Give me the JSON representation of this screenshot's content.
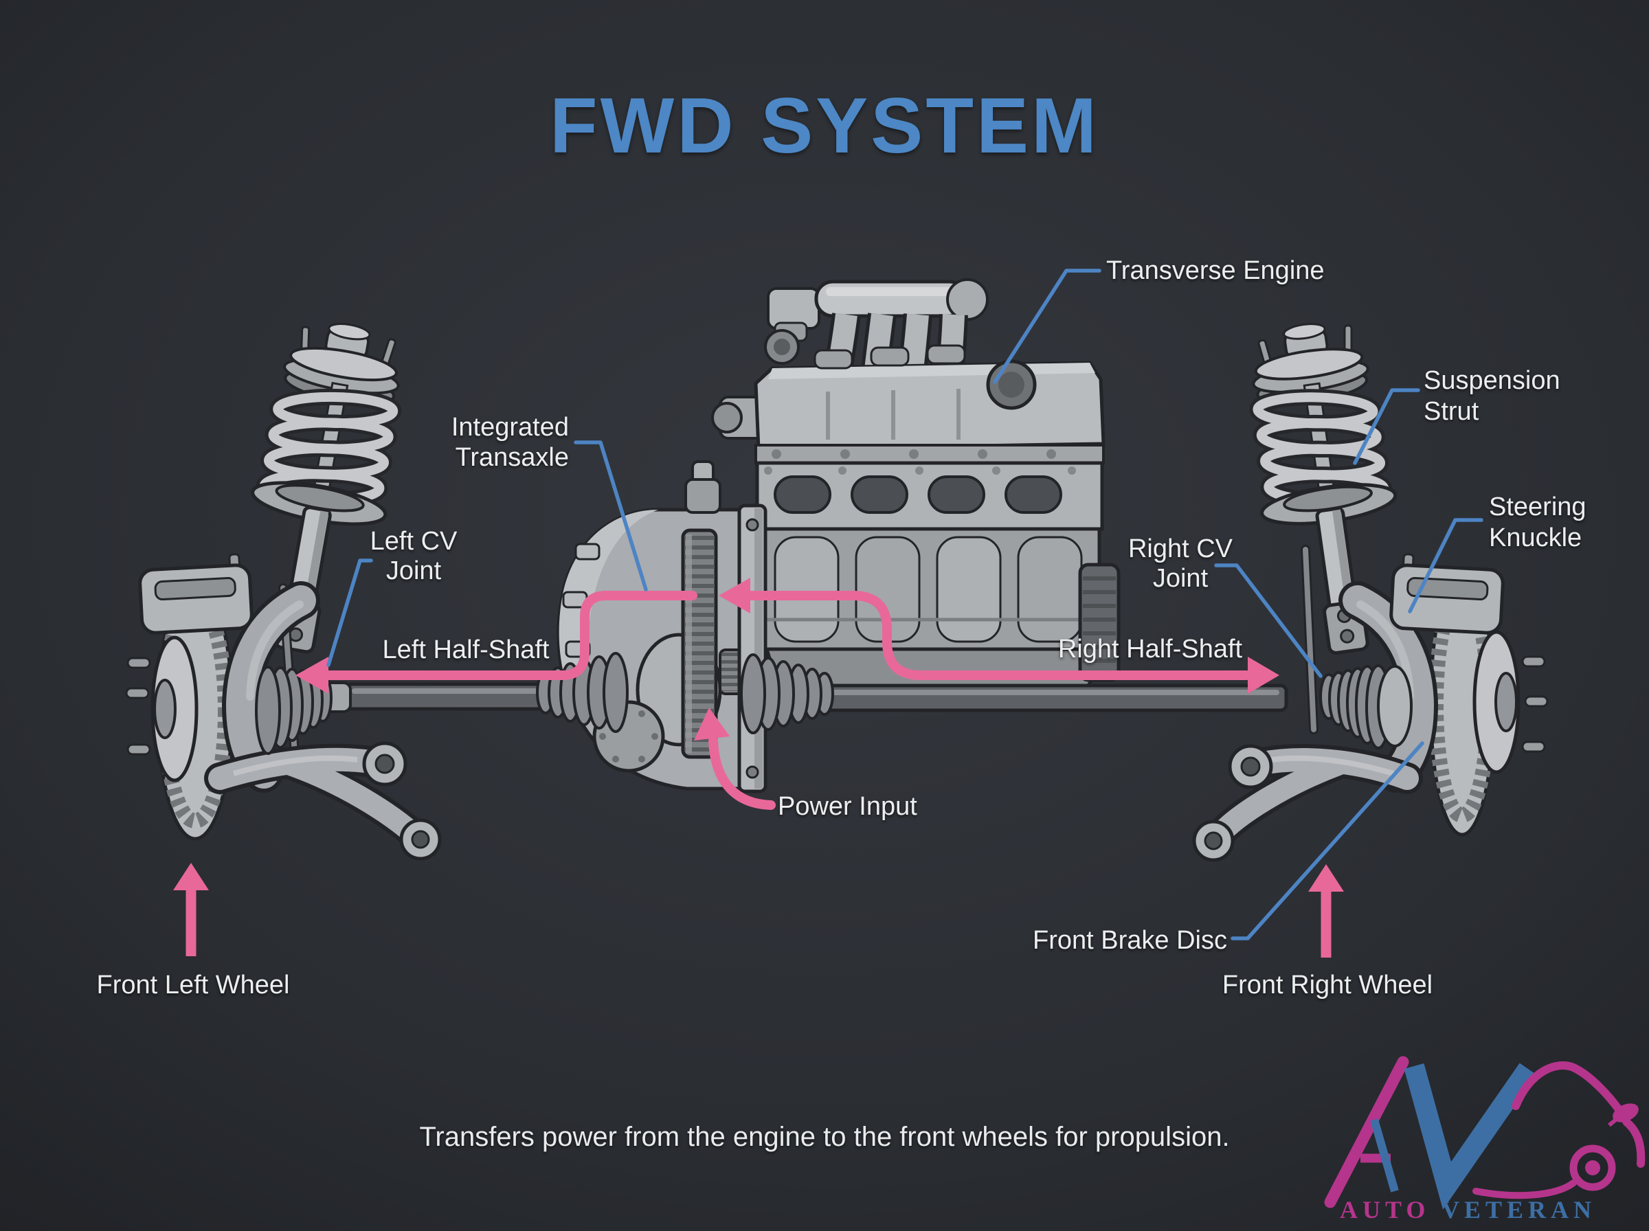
{
  "title": "FWD SYSTEM",
  "caption": "Transfers power from the engine to the front wheels for propulsion.",
  "labels": {
    "transverse_engine": "Transverse Engine",
    "suspension_strut": {
      "line1": "Suspension",
      "line2": "Strut"
    },
    "steering_knuckle": {
      "line1": "Steering",
      "line2": "Knuckle"
    },
    "integrated_transaxle": {
      "line1": "Integrated",
      "line2": "Transaxle"
    },
    "left_cv_joint": {
      "line1": "Left CV",
      "line2": "Joint"
    },
    "right_cv_joint": {
      "line1": "Right CV",
      "line2": "Joint"
    },
    "left_half_shaft": "Left Half-Shaft",
    "right_half_shaft": "Right Half-Shaft",
    "power_input": "Power Input",
    "front_brake_disc": "Front Brake Disc",
    "front_left_wheel": "Front Left Wheel",
    "front_right_wheel": "Front Right Wheel"
  },
  "logo": {
    "word1": "AUTO",
    "word2": "VETERAN"
  },
  "colors": {
    "background": "#2a2d32",
    "title_blue": "#4d87c5",
    "label_white": "#eceeef",
    "leader_blue": "#4d84c4",
    "arrow_pink": "#e8689a",
    "logo_magenta": "#b5358c",
    "logo_blue": "#3d6fa5"
  }
}
